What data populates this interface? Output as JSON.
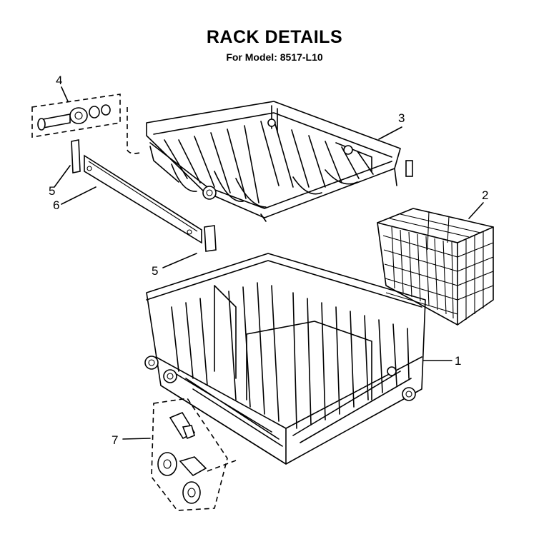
{
  "header": {
    "title": "RACK DETAILS",
    "subtitle": "For Model: 8517-L10"
  },
  "callouts": [
    {
      "id": "c1",
      "label": "1"
    },
    {
      "id": "c2",
      "label": "2"
    },
    {
      "id": "c3",
      "label": "3"
    },
    {
      "id": "c4",
      "label": "4"
    },
    {
      "id": "c5a",
      "label": "5"
    },
    {
      "id": "c5b",
      "label": "5"
    },
    {
      "id": "c6",
      "label": "6"
    },
    {
      "id": "c7",
      "label": "7"
    }
  ]
}
